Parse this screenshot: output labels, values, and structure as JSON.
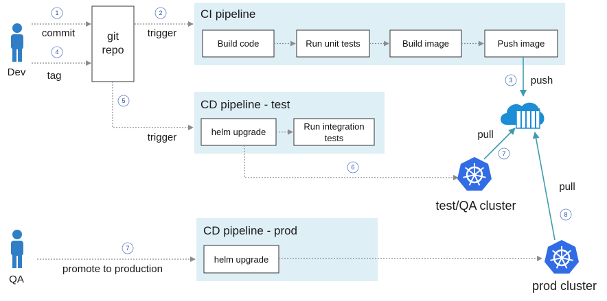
{
  "actors": {
    "dev": "Dev",
    "qa": "QA"
  },
  "git_repo": {
    "line1": "git",
    "line2": "repo"
  },
  "ci_pipeline": {
    "title": "CI pipeline",
    "steps": [
      "Build code",
      "Run unit tests",
      "Build image",
      "Push image"
    ]
  },
  "cd_test": {
    "title": "CD pipeline - test",
    "step1": "helm upgrade",
    "step2_line1": "Run integration",
    "step2_line2": "tests"
  },
  "cd_prod": {
    "title": "CD pipeline - prod",
    "step1": "helm upgrade"
  },
  "edge_labels": {
    "commit": "commit",
    "tag": "tag",
    "trigger_ci": "trigger",
    "trigger_cd": "trigger",
    "push": "push",
    "pull_test": "pull",
    "pull_prod": "pull",
    "promote": "promote to production"
  },
  "step_numbers": {
    "commit": "1",
    "trigger_ci": "2",
    "push": "3",
    "tag": "4",
    "trigger_cd": "5",
    "deploy_test": "6",
    "pull_test": "7",
    "promote": "7",
    "pull_prod": "8"
  },
  "clusters": {
    "test": "test/QA cluster",
    "prod": "prod cluster"
  },
  "colors": {
    "panel_fill": "#deeff6",
    "arrow_dotted": "#8c8c8c",
    "arrow_solid": "#3d9bb0",
    "kube_blue": "#326ce5",
    "registry_blue": "#1b8ed6",
    "actor_blue": "#2f7ec6"
  }
}
